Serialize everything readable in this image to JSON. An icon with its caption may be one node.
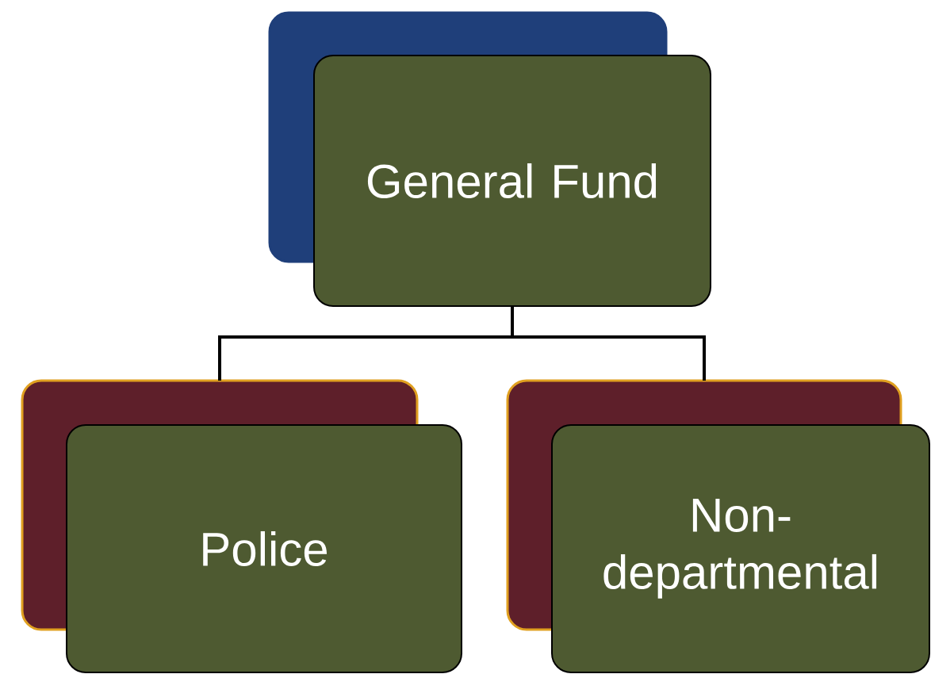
{
  "diagram": {
    "nodes": [
      {
        "text": [
          "General Fund"
        ]
      },
      {
        "text": [
          "Police"
        ]
      },
      {
        "text": [
          "Non-departmental"
        ]
      }
    ],
    "edges": [
      {
        "from": 0,
        "to": 1,
        "arrow": "none"
      },
      {
        "from": 0,
        "to": 2,
        "arrow": "none"
      }
    ]
  }
}
